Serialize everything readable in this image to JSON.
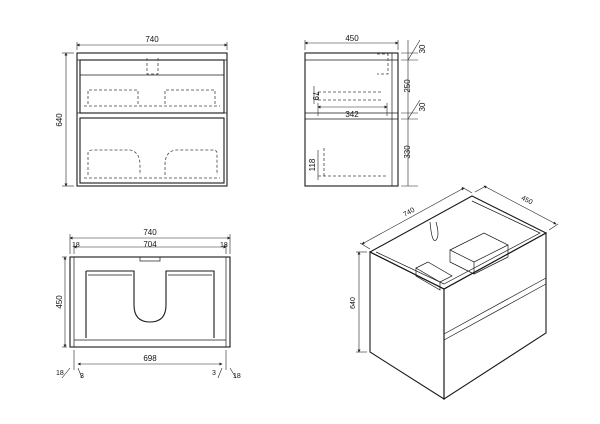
{
  "front_view": {
    "width_label": "740",
    "height_label": "640"
  },
  "side_view": {
    "depth_label": "450",
    "top_label": "30",
    "upper_label": "250",
    "mid_label": "30",
    "lower_label": "330",
    "inner_width_label": "342",
    "inner_height_label": "79",
    "base_label": "118"
  },
  "top_view": {
    "width_label": "740",
    "inner_label": "704",
    "left_edge_label": "18",
    "right_edge_label": "18",
    "depth_label": "450",
    "drawer_label": "698",
    "bottom_left_a": "18",
    "bottom_left_b": "3",
    "bottom_right_a": "3",
    "bottom_right_b": "18"
  },
  "iso_view": {
    "width_label": "740",
    "depth_label": "450",
    "height_label": "640"
  }
}
